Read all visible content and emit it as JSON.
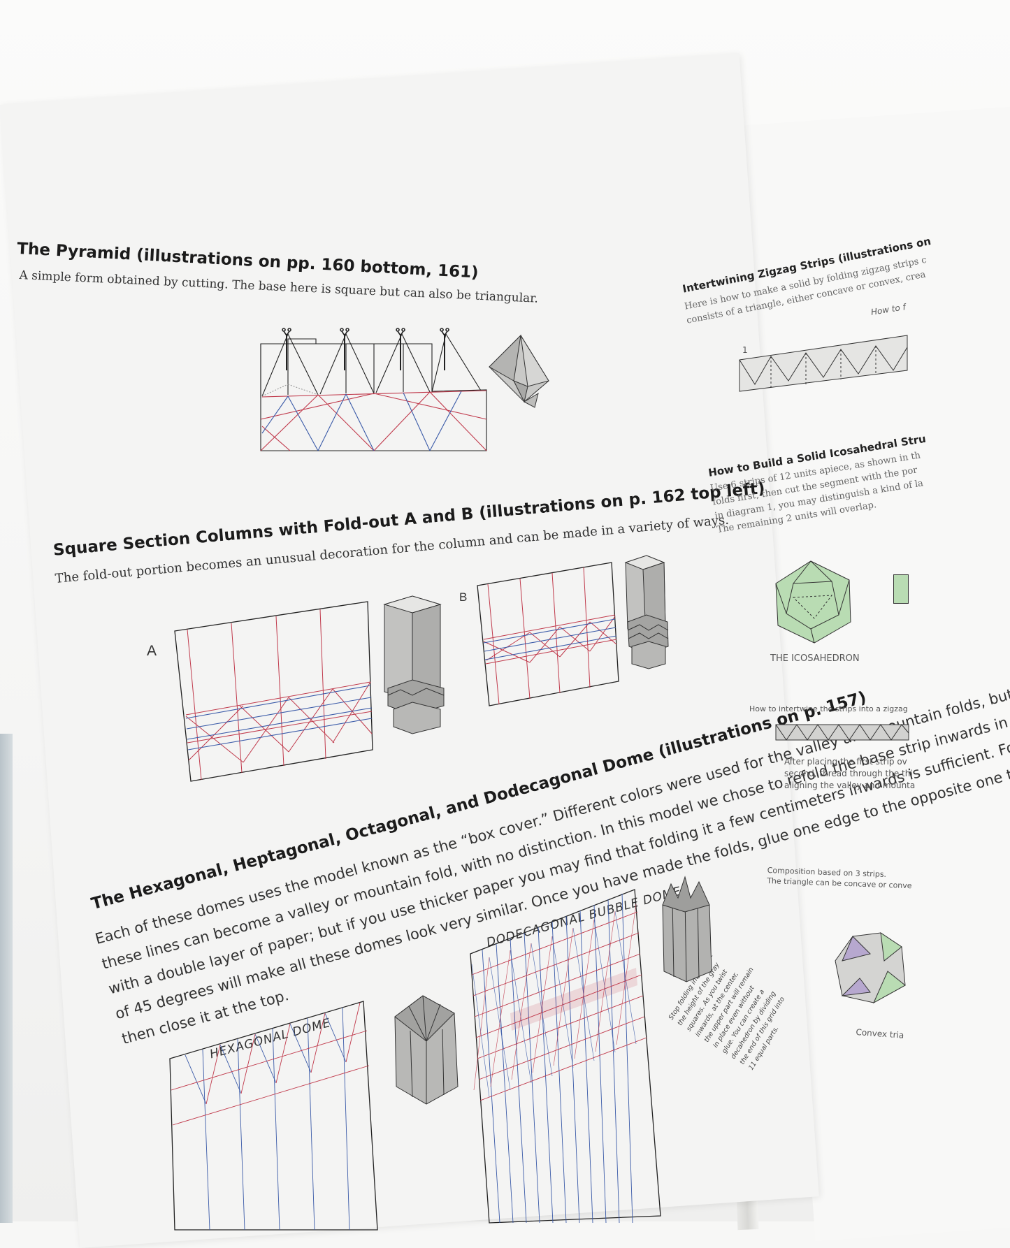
{
  "left_page": {
    "pyramid": {
      "title": "The Pyramid (illustrations on pp. 160 bottom, 161)",
      "subtitle": "A simple form obtained by cutting. The base here is square but can also be triangular."
    },
    "columns": {
      "title": "Square Section Columns with Fold-out A and B (illustrations on p. 162 top left)",
      "subtitle": "The fold-out portion becomes an unusual decoration for the column and can be made in a variety of ways.",
      "label_a": "A",
      "label_b": "B"
    },
    "domes": {
      "title": "The Hexagonal, Heptagonal, Octagonal, and Dodecagonal Dome (illustrations on p. 157)",
      "body_lines": [
        "Each of these domes uses the model known as the “box cover.” Different colors were used for the valley and mountain folds, but actually any of",
        "these lines can become a valley or mountain fold, with no distinction. In this model we chose to refold the base strip inwards in order to end up",
        "with a double layer of paper; but if you use thicker paper you may find that folding it a few centimeters inwards is sufficient. Folding at an angle",
        "of 45 degrees will make all these domes look very similar. Once you have made the folds, glue one edge to the opposite one to form a cylinder,",
        "then close it at the top."
      ],
      "caption_hex": "HEXAGONAL DOME",
      "caption_dodec": "DODECAGONAL BUBBLE DOME",
      "note": "Stop folding inwards at the height of the gray squares. As you twist inwards, at the center, the upper part will remain in place even without glue. You can create a decahedron by dividing the end of this grid into 11 equal parts."
    }
  },
  "right_page": {
    "zigzag": {
      "title": "Intertwining Zigzag Strips (illustrations on",
      "line1": "Here is how to make a solid by folding zigzag strips c",
      "line2": "consists of a triangle, either concave or convex, crea",
      "howto": "How to f",
      "step": "1"
    },
    "icosa": {
      "title": "How to Build a Solid Icosahedral Stru",
      "lines": [
        "Use 6 strips of 12 units apiece, as shown in th",
        "folds first, then cut the segment with the por",
        "in diagram 1, you may distinguish a kind of la",
        "The remaining 2 units will overlap."
      ],
      "caption": "THE ICOSAHEDRON",
      "intertwine": "How to intertwine the strips into a zigzag",
      "after_lines": [
        "After placing the first strip ov",
        "second, thread through the thi",
        "aligning the valley and mounta"
      ],
      "composition_lines": [
        "Composition based on 3 strips.",
        "The triangle can be concave or conve"
      ],
      "convex": "Convex tria"
    }
  },
  "colors": {
    "valley": "#c0394b",
    "mountain": "#3a5aa8",
    "shade": "#b8b8b6",
    "green": "#b9dcb3",
    "purple": "#b7a8cf"
  }
}
